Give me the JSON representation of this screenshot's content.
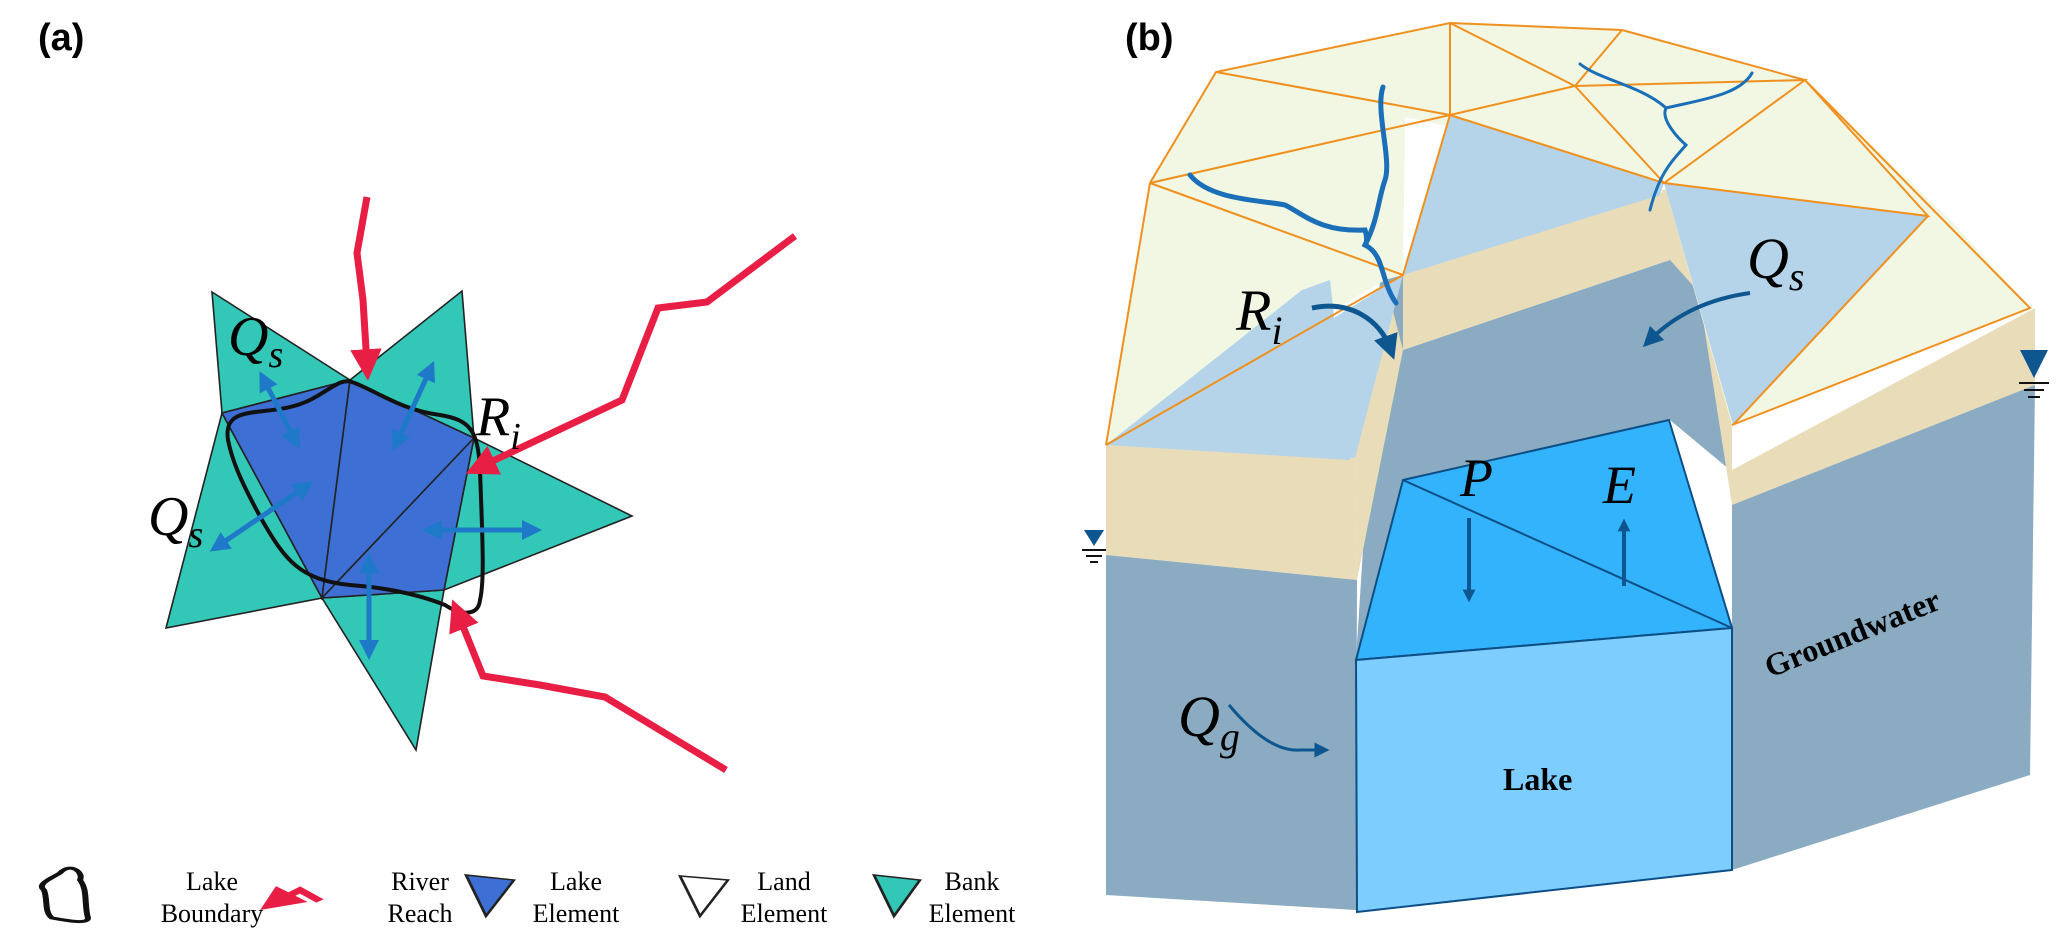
{
  "figure": {
    "panels": [
      {
        "id": "a",
        "label": "(a)",
        "annotations": {
          "qs_top": {
            "main": "Q",
            "sub": "s"
          },
          "qs_left": {
            "main": "Q",
            "sub": "s"
          },
          "ri": {
            "main": "R",
            "sub": "i"
          }
        }
      },
      {
        "id": "b",
        "label": "(b)",
        "annotations": {
          "ri": {
            "main": "R",
            "sub": "i"
          },
          "qs": {
            "main": "Q",
            "sub": "s"
          },
          "p": "P",
          "e": "E",
          "qg": {
            "main": "Q",
            "sub": "g"
          },
          "lake": "Lake",
          "groundwater": "Groundwater"
        }
      }
    ],
    "legend": [
      {
        "symbol": "lake-boundary",
        "line1": "Lake",
        "line2": "Boundary"
      },
      {
        "symbol": "river-reach",
        "line1": "River",
        "line2": "Reach"
      },
      {
        "symbol": "lake-element",
        "line1": "Lake",
        "line2": "Element"
      },
      {
        "symbol": "land-element",
        "line1": "Land",
        "line2": "Element"
      },
      {
        "symbol": "bank-element",
        "line1": "Bank",
        "line2": "Element"
      }
    ],
    "colors": {
      "lake_element": "#3d6fd4",
      "bank_element": "#33c7b8",
      "land_element": "#ffffff",
      "river_reach": "#e81e45",
      "flux_arrow": "#1e7ac8",
      "mesh_orange": "#f0901e",
      "surface_land": "#f1f7e2",
      "surface_water": "#b5d4ea",
      "soil_layer": "#e9dcb9",
      "groundwater": "#8aabc1",
      "lake_top": "#34b3fd",
      "lake_side": "#7dcdff",
      "dark_arrow": "#0d5690"
    }
  }
}
